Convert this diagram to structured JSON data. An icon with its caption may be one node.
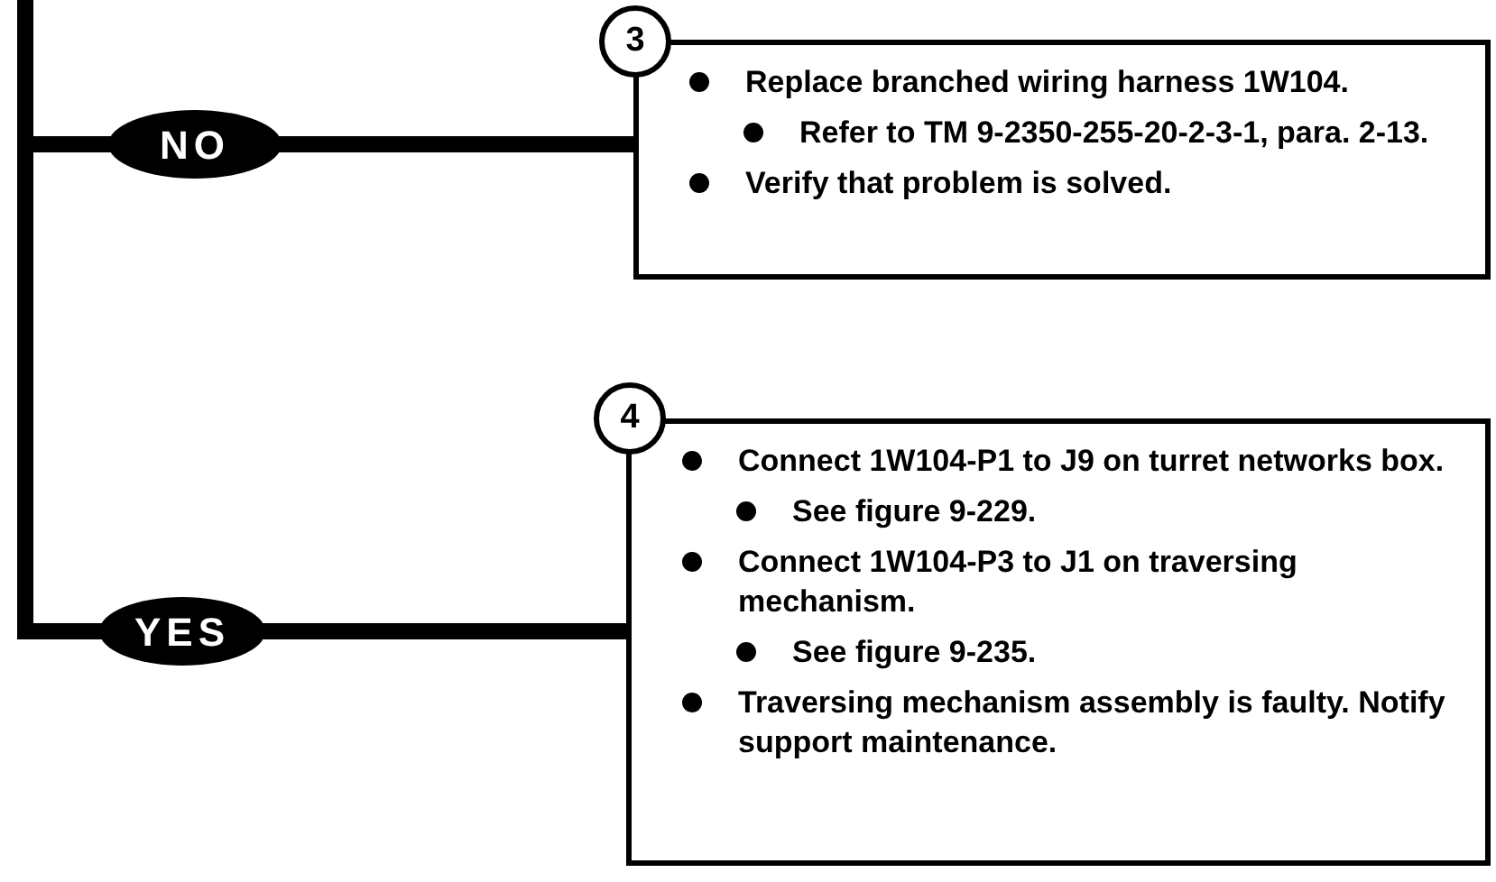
{
  "diagram": {
    "nodes": [
      {
        "text": [
          "NO"
        ]
      },
      {
        "text": [
          "3"
        ]
      },
      {
        "text": [
          "Replace branched wiring harness 1W104.",
          "Refer to TM 9-2350-255-20-2-3-1, para. 2-13.",
          "Verify that problem is solved."
        ]
      },
      {
        "text": [
          "YES"
        ]
      },
      {
        "text": [
          "4"
        ]
      },
      {
        "text": [
          "Connect 1W104-P1 to J9 on turret networks box.",
          "See figure 9-229.",
          "Connect 1W104-P3 to J1 on traversing mechanism.",
          "See figure 9-235.",
          "Traversing mechanism assembly is faulty. Notify support maintenance."
        ]
      }
    ],
    "edges": [
      {
        "from": null,
        "to": 0,
        "arrow": "none"
      },
      {
        "from": null,
        "to": 3,
        "arrow": "none"
      },
      {
        "from": 0,
        "to": 2,
        "arrow": "none"
      },
      {
        "from": 3,
        "to": 5,
        "arrow": "none"
      }
    ]
  }
}
